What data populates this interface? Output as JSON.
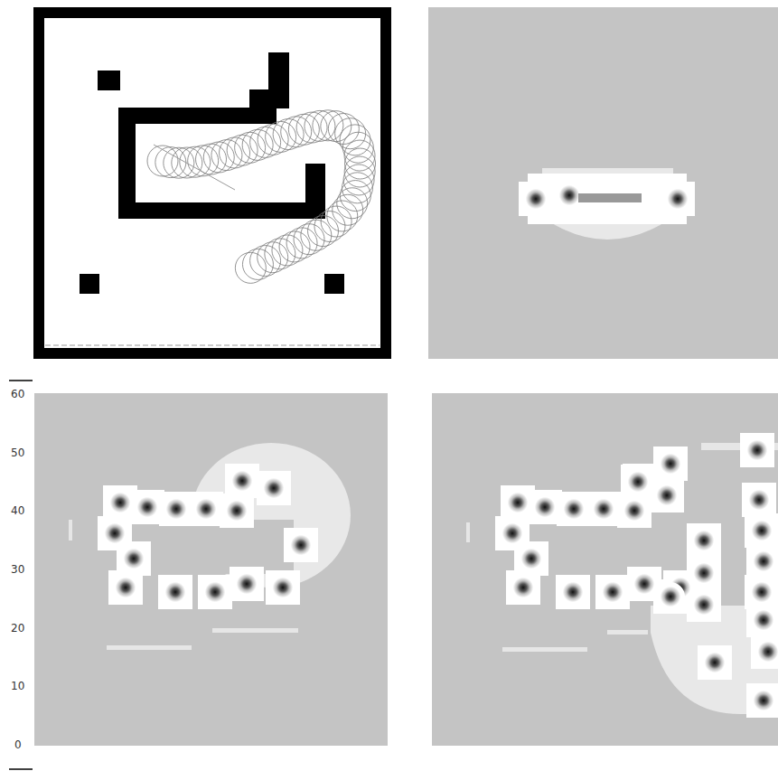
{
  "diagram": {
    "labels": [
      "60",
      "50",
      "40",
      "30",
      "20",
      "10",
      "0"
    ]
  }
}
